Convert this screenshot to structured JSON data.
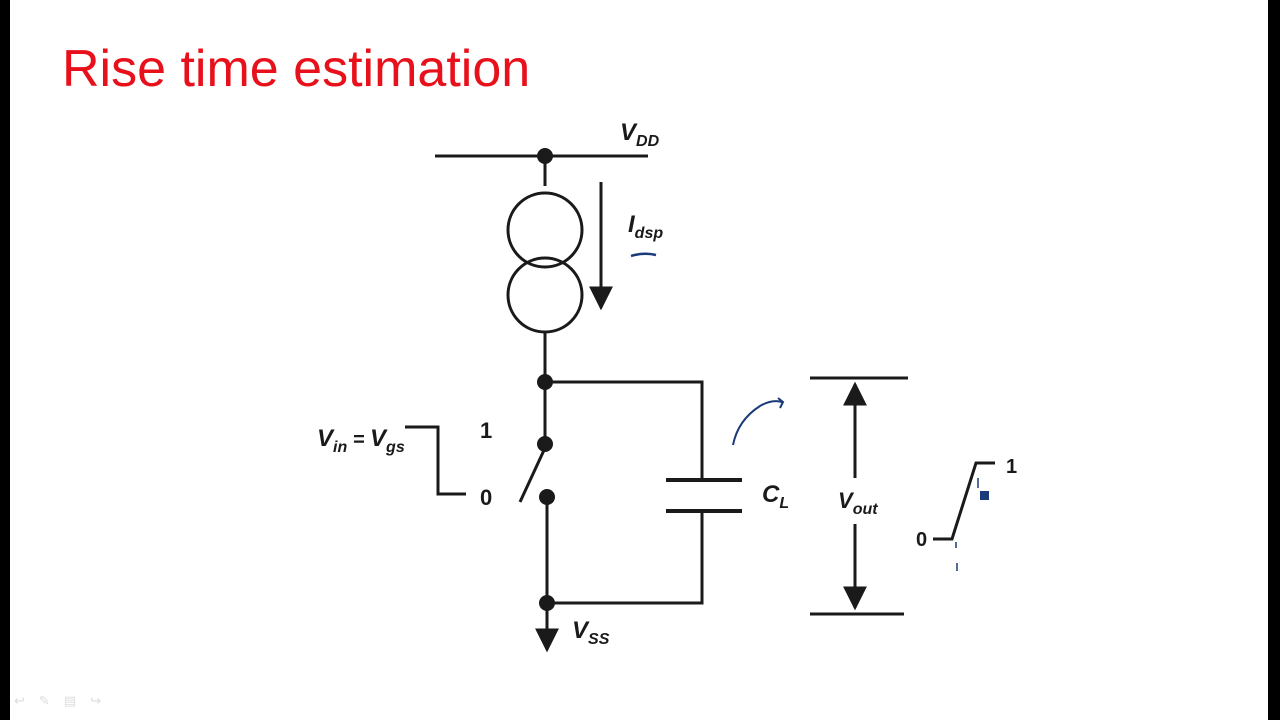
{
  "title": "Rise time estimation",
  "labels": {
    "vdd": {
      "main": "V",
      "sub": "DD"
    },
    "idsp": {
      "main": "I",
      "sub": "dsp"
    },
    "vin": {
      "main": "V",
      "sub": "in",
      "eq": " = ",
      "main2": "V",
      "sub2": "gs"
    },
    "switch_pos1": "1",
    "switch_pos0": "0",
    "cl": {
      "main": "C",
      "sub": "L"
    },
    "vout": {
      "main": "V",
      "sub": "out"
    },
    "vss": {
      "main": "V",
      "sub": "SS"
    },
    "output_high": "1",
    "output_low": "0"
  },
  "colors": {
    "title": "#e8101a",
    "wire": "#1a1a1a",
    "annotation_ink": "#1a3a7a"
  },
  "player_controls": {
    "prev_icon": "back-arrow-icon",
    "pen_icon": "pen-icon",
    "menu_icon": "menu-icon",
    "next_icon": "forward-arrow-icon"
  }
}
